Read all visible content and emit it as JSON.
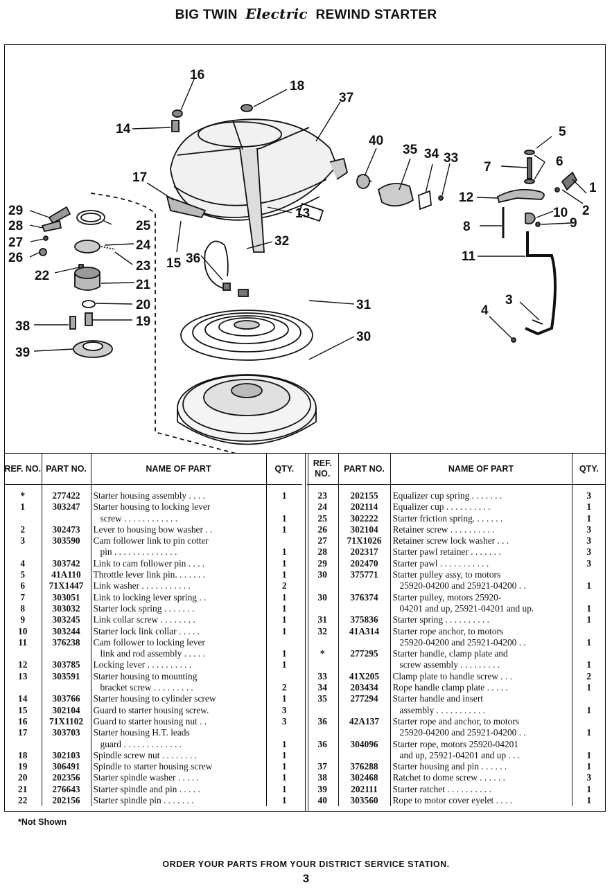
{
  "header": {
    "title_left": "BIG TWIN",
    "title_script": "Electric",
    "title_right": "REWIND STARTER"
  },
  "diagram": {
    "callouts": [
      "16",
      "18",
      "37",
      "14",
      "40",
      "35",
      "34",
      "33",
      "5",
      "6",
      "7",
      "1",
      "2",
      "17",
      "12",
      "10",
      "9",
      "29",
      "28",
      "25",
      "13",
      "8",
      "27",
      "32",
      "24",
      "26",
      "23",
      "15",
      "36",
      "11",
      "22",
      "21",
      "31",
      "20",
      "3",
      "4",
      "19",
      "38",
      "30",
      "39"
    ]
  },
  "table_headers": {
    "ref_no": "REF. NO.",
    "part_no": "PART NO.",
    "name": "NAME OF PART",
    "qty": "QTY."
  },
  "parts_left": [
    {
      "ref": "*",
      "part": "277422",
      "name": [
        "Starter housing assembly . . . ."
      ],
      "qty": "1"
    },
    {
      "ref": "1",
      "part": "303247",
      "name": [
        "Starter housing to locking lever",
        "screw . . . . . . . . . . . ."
      ],
      "qty": "1"
    },
    {
      "ref": "2",
      "part": "302473",
      "name": [
        "Lever to housing bow washer . ."
      ],
      "qty": "1"
    },
    {
      "ref": "3",
      "part": "303590",
      "name": [
        "Cam follower link to pin cotter",
        "pin . . . . . . . . . . . . . ."
      ],
      "qty": "1"
    },
    {
      "ref": "4",
      "part": "303742",
      "name": [
        "Link to cam follower pin . . . ."
      ],
      "qty": "1"
    },
    {
      "ref": "5",
      "part": "41A110",
      "name": [
        "Throttle lever link pin. . . . . . ."
      ],
      "qty": "1"
    },
    {
      "ref": "6",
      "part": "71X1447",
      "name": [
        "Link washer . . . . . . . . . . ."
      ],
      "qty": "2"
    },
    {
      "ref": "7",
      "part": "303051",
      "name": [
        "Link to locking lever spring . ."
      ],
      "qty": "1"
    },
    {
      "ref": "8",
      "part": "303032",
      "name": [
        "Starter lock spring . . . . . . ."
      ],
      "qty": "1"
    },
    {
      "ref": "9",
      "part": "303245",
      "name": [
        "Link collar screw . . . . . . . ."
      ],
      "qty": "1"
    },
    {
      "ref": "10",
      "part": "303244",
      "name": [
        "Starter lock link collar . . . . ."
      ],
      "qty": "1"
    },
    {
      "ref": "11",
      "part": "376238",
      "name": [
        "Cam follower to locking lever",
        "link and rod assembly . . . . ."
      ],
      "qty": "1"
    },
    {
      "ref": "12",
      "part": "303785",
      "name": [
        "Locking lever . . . . . . . . . ."
      ],
      "qty": "1"
    },
    {
      "ref": "13",
      "part": "303591",
      "name": [
        "Starter housing to mounting",
        "bracket screw . . . . . . . . ."
      ],
      "qty": "2"
    },
    {
      "ref": "14",
      "part": "303766",
      "name": [
        "Starter housing to cylinder screw"
      ],
      "qty": "1"
    },
    {
      "ref": "15",
      "part": "302104",
      "name": [
        "Guard to starter housing screw."
      ],
      "qty": "3"
    },
    {
      "ref": "16",
      "part": "71X1102",
      "name": [
        "Guard to starter housing nut . ."
      ],
      "qty": "3"
    },
    {
      "ref": "17",
      "part": "303703",
      "name": [
        "Starter housing H.T. leads",
        "guard . . . . . . . . . . . . ."
      ],
      "qty": "1"
    },
    {
      "ref": "18",
      "part": "302103",
      "name": [
        "Spindle screw nut . . . . . . . ."
      ],
      "qty": "1"
    },
    {
      "ref": "19",
      "part": "306491",
      "name": [
        "Spindle to starter housing screw"
      ],
      "qty": "1"
    },
    {
      "ref": "20",
      "part": "202356",
      "name": [
        "Starter spindle washer . . . . ."
      ],
      "qty": "1"
    },
    {
      "ref": "21",
      "part": "276643",
      "name": [
        "Starter spindle and pin . . . . ."
      ],
      "qty": "1"
    },
    {
      "ref": "22",
      "part": "202156",
      "name": [
        "Starter spindle pin . . . . . . ."
      ],
      "qty": "1"
    }
  ],
  "parts_right": [
    {
      "ref": "23",
      "part": "202155",
      "name": [
        "Equalizer cup spring . . . . . . ."
      ],
      "qty": "3"
    },
    {
      "ref": "24",
      "part": "202114",
      "name": [
        "Equalizer cup . . . . . . . . . ."
      ],
      "qty": "1"
    },
    {
      "ref": "25",
      "part": "302222",
      "name": [
        "Starter friction spring. . . . . . ."
      ],
      "qty": "1"
    },
    {
      "ref": "26",
      "part": "302104",
      "name": [
        "Retainer screw . . . . . . . . . ."
      ],
      "qty": "3"
    },
    {
      "ref": "27",
      "part": "71X1026",
      "name": [
        "Retainer screw lock washer . . ."
      ],
      "qty": "3"
    },
    {
      "ref": "28",
      "part": "202317",
      "name": [
        "Starter pawl retainer . . . . . . ."
      ],
      "qty": "3"
    },
    {
      "ref": "29",
      "part": "202470",
      "name": [
        "Starter pawl . . . . . . . . . . ."
      ],
      "qty": "3"
    },
    {
      "ref": "30",
      "part": "375771",
      "name": [
        "Starter pulley assy, to motors",
        "25920-04200 and 25921-04200 . ."
      ],
      "qty": "1"
    },
    {
      "ref": "30",
      "part": "376374",
      "name": [
        "Starter pulley, motors 25920-",
        "04201 and up, 25921-04201 and up."
      ],
      "qty": "1"
    },
    {
      "ref": "31",
      "part": "375836",
      "name": [
        "Starter spring . . . . . . . . . ."
      ],
      "qty": "1"
    },
    {
      "ref": "32",
      "part": "41A314",
      "name": [
        "Starter rope anchor, to motors",
        "25920-04200 and 25921-04200 . ."
      ],
      "qty": "1"
    },
    {
      "ref": "*",
      "part": "277295",
      "name": [
        "Starter handle, clamp plate and",
        "screw assembly . . . . . . . . ."
      ],
      "qty": "1"
    },
    {
      "ref": "33",
      "part": "41X205",
      "name": [
        "Clamp plate to handle screw . . ."
      ],
      "qty": "2"
    },
    {
      "ref": "34",
      "part": "203434",
      "name": [
        "Rope handle clamp plate . . . . ."
      ],
      "qty": "1"
    },
    {
      "ref": "35",
      "part": "277294",
      "name": [
        "Starter handle and insert",
        "assembly . . . . . . . . . . ."
      ],
      "qty": "1"
    },
    {
      "ref": "36",
      "part": "42A137",
      "name": [
        "Starter rope and anchor, to motors",
        "25920-04200 and 25921-04200 . ."
      ],
      "qty": "1"
    },
    {
      "ref": "36",
      "part": "304096",
      "name": [
        "Starter rope, motors 25920-04201",
        "and up, 25921-04201 and up . . ."
      ],
      "qty": "1"
    },
    {
      "ref": "37",
      "part": "376288",
      "name": [
        "Starter housing and pin . . . . . ."
      ],
      "qty": "1"
    },
    {
      "ref": "38",
      "part": "302468",
      "name": [
        "Ratchet to dome screw . . . . . ."
      ],
      "qty": "3"
    },
    {
      "ref": "39",
      "part": "202111",
      "name": [
        "Starter ratchet . . . . . . . . . ."
      ],
      "qty": "1"
    },
    {
      "ref": "40",
      "part": "303560",
      "name": [
        "Rope to motor cover eyelet . . . ."
      ],
      "qty": "1"
    }
  ],
  "footnote": "*Not Shown",
  "footer": {
    "order_text": "ORDER YOUR PARTS FROM YOUR DISTRICT SERVICE STATION.",
    "page_number": "3"
  }
}
